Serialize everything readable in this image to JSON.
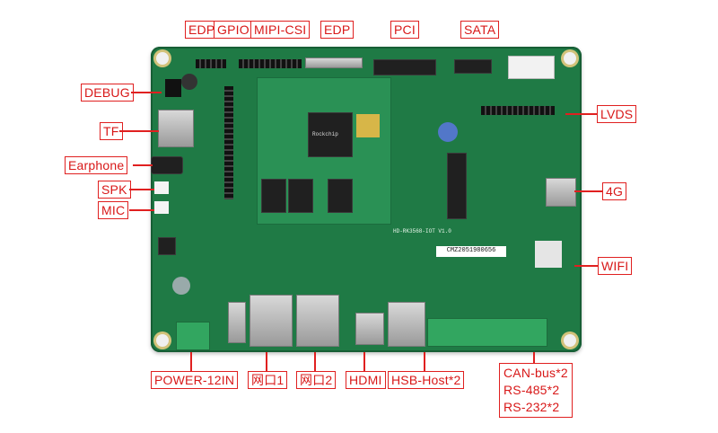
{
  "labels": {
    "edp_top_left": "EDP",
    "gpio": "GPIO",
    "mipi_csi": "MIPI-CSI",
    "edp_top": "EDP",
    "pci": "PCI",
    "sata": "SATA",
    "debug": "DEBUG",
    "tf": "TF",
    "earphone": "Earphone",
    "spk": "SPK",
    "mic": "MIC",
    "lvds": "LVDS",
    "lte_4g": "4G",
    "wifi": "WIFI",
    "power": "POWER-12IN",
    "net1": "网口1",
    "net2": "网口2",
    "hdmi": "HDMI",
    "usb_host": "HSB-Host*2",
    "can_bus": "CAN-bus*2",
    "rs485": "RS-485*2",
    "rs232": "RS-232*2"
  },
  "board": {
    "silkscreen_model": "HD-RK3568-IOT V1.0",
    "sticker_serial": "CMZ2051980656",
    "som_brand": "Rockchip"
  },
  "colors": {
    "annotation": "#e02020",
    "pcb": "#1f7a45",
    "terminal_block": "#32a660"
  }
}
